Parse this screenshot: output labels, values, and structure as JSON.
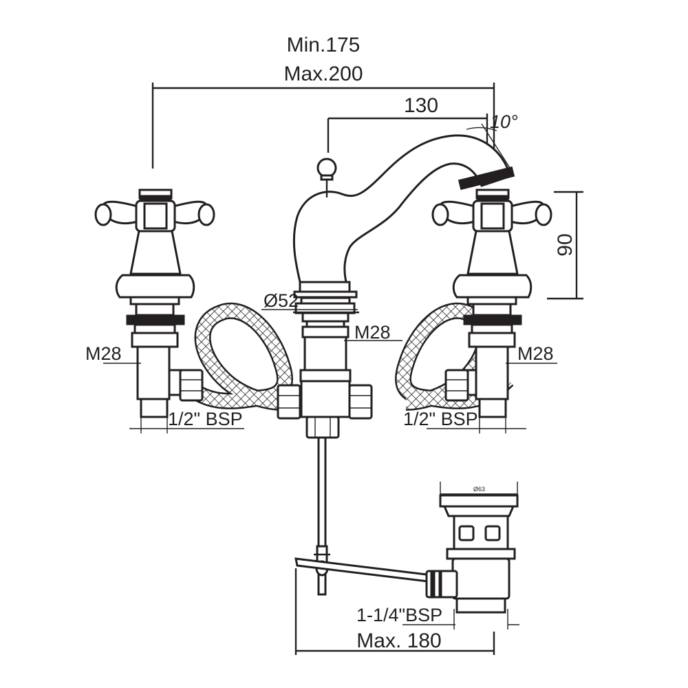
{
  "dimensions": {
    "span_min": "Min.175",
    "span_max": "Max.200",
    "spout_reach": "130",
    "spout_angle": "10°",
    "handle_height": "90",
    "base_diameter": "Ø52",
    "center_thread": "M28",
    "left_thread": "M28",
    "right_thread": "M28",
    "left_inlet": "1/2\" BSP",
    "right_inlet": "1/2\" BSP",
    "waste_diameter": "Ø63",
    "waste_thread": "1-1/4\"BSP",
    "pop_up_length": "Max. 180"
  },
  "colors": {
    "line": "#231f20",
    "background": "#ffffff"
  }
}
